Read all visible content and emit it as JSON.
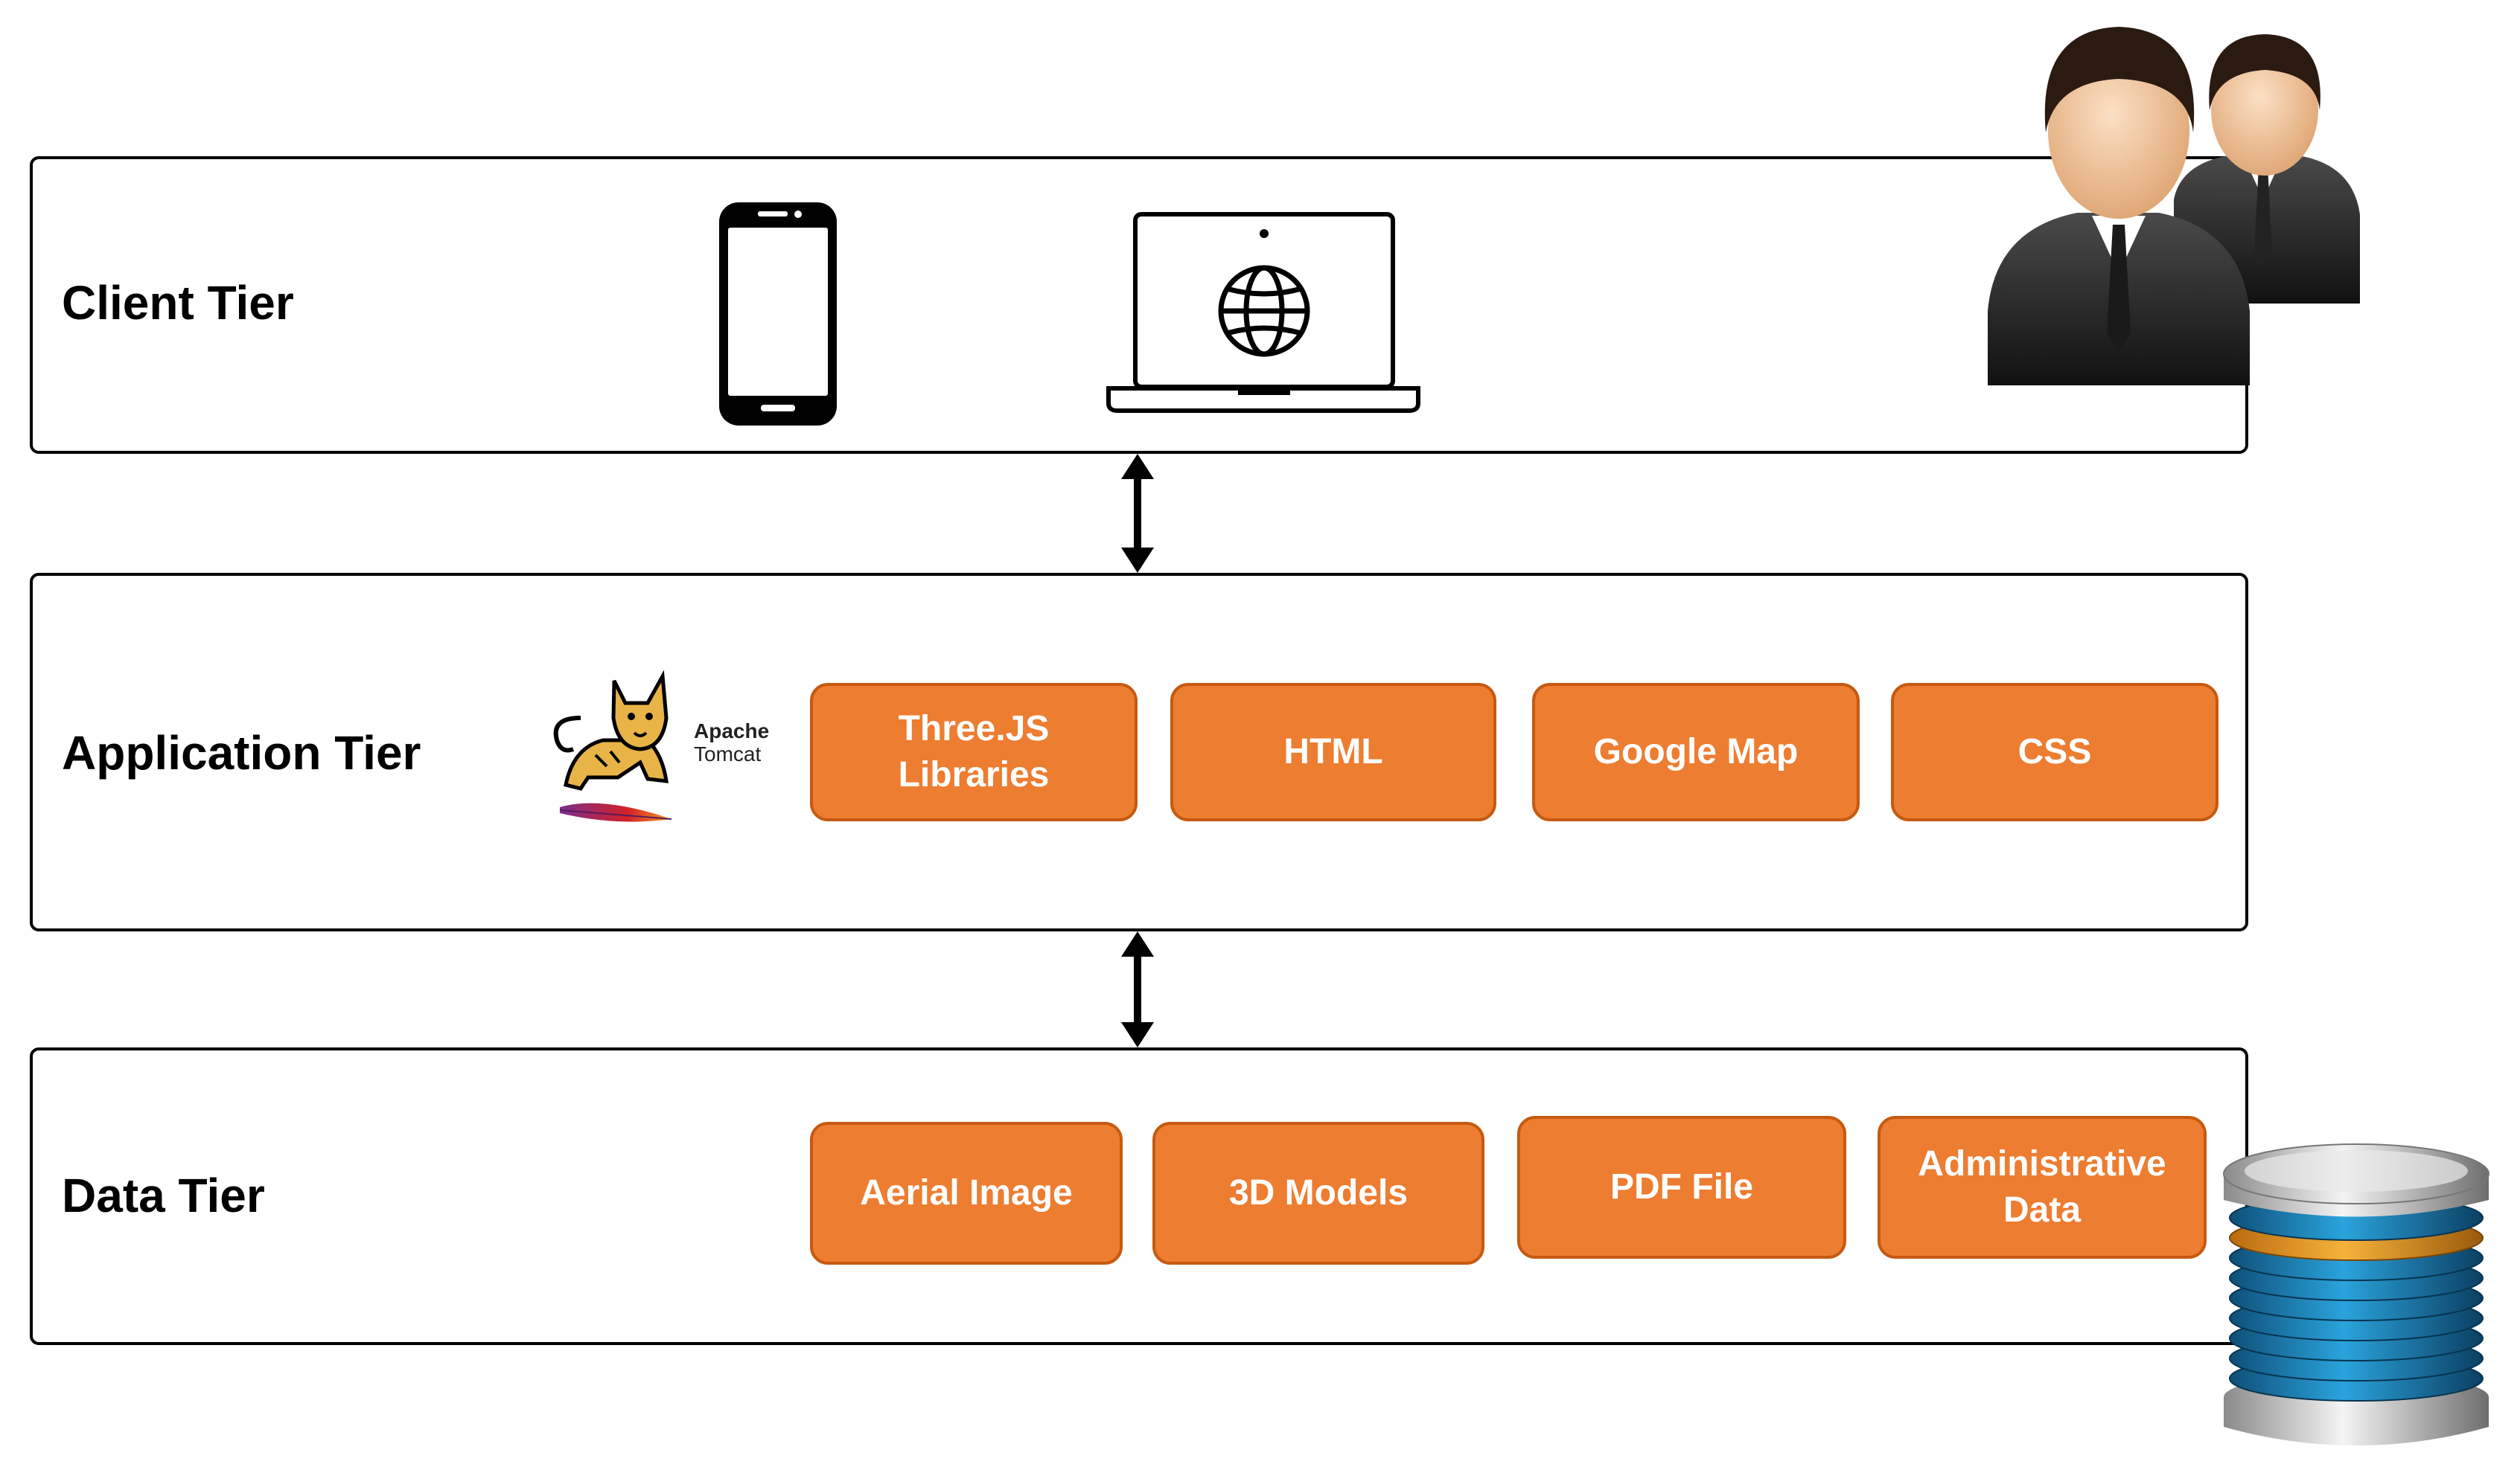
{
  "tiers": {
    "client": {
      "label": "Client Tier"
    },
    "application": {
      "label": "Application Tier",
      "server_logo": {
        "line1": "Apache",
        "line2": "Tomcat"
      },
      "components": [
        "Three.JS\nLibraries",
        "HTML",
        "Google Map",
        "CSS"
      ]
    },
    "data": {
      "label": "Data Tier",
      "components": [
        "Aerial Image",
        "3D Models",
        "PDF File",
        "Administrative\nData"
      ]
    }
  },
  "icons": {
    "client": [
      "smartphone-icon",
      "laptop-globe-icon",
      "users-icon"
    ],
    "application": [
      "tomcat-logo-icon",
      "apache-feather-icon"
    ],
    "data": [
      "database-icon"
    ],
    "connectors": [
      "double-arrow-icon",
      "double-arrow-icon"
    ]
  },
  "colors": {
    "component_fill": "#ED7D31",
    "component_border": "#C55A11",
    "component_text": "#FFFFFF",
    "tier_border": "#000000"
  }
}
